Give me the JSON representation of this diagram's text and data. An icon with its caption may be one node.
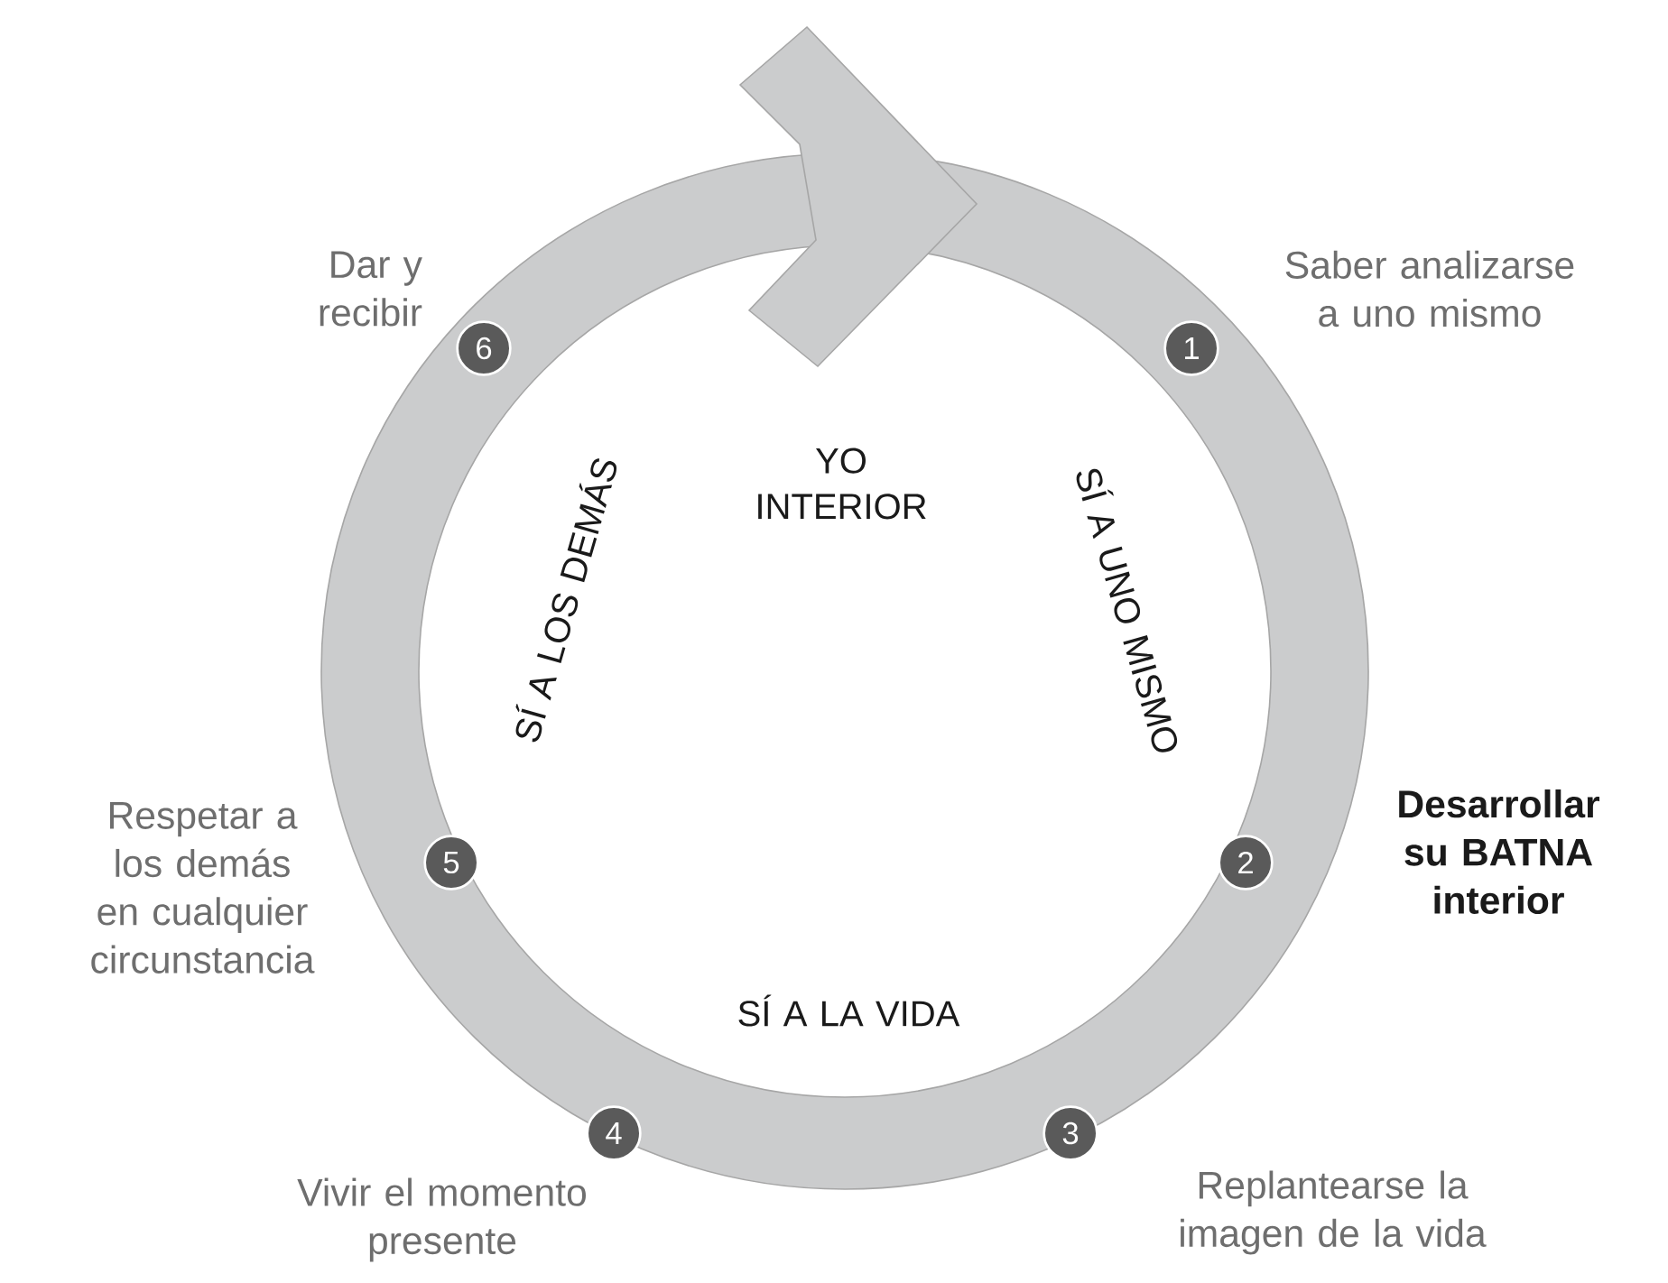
{
  "diagram": {
    "nodes": [
      {
        "text": [
          "1"
        ],
        "beside": [
          "Saber analizarse a uno mismo"
        ]
      },
      {
        "text": [
          "2"
        ],
        "beside": [
          "**Desarrollar su BATNA interior**"
        ]
      },
      {
        "text": [
          "3"
        ],
        "beside": [
          "Replantearse la imagen de la vida"
        ]
      },
      {
        "text": [
          "4"
        ],
        "beside": [
          "Vivir el momento presente"
        ]
      },
      {
        "text": [
          "5"
        ],
        "beside": [
          "Respetar a los demás en cualquier circunstancia"
        ]
      },
      {
        "text": [
          "6"
        ],
        "beside": [
          "Dar y recibir"
        ]
      }
    ],
    "labels": [
      "YO INTERIOR",
      "SÍ A UNO MISMO",
      "SÍ A LA VIDA",
      "SÍ A LOS DEMÁS"
    ]
  }
}
